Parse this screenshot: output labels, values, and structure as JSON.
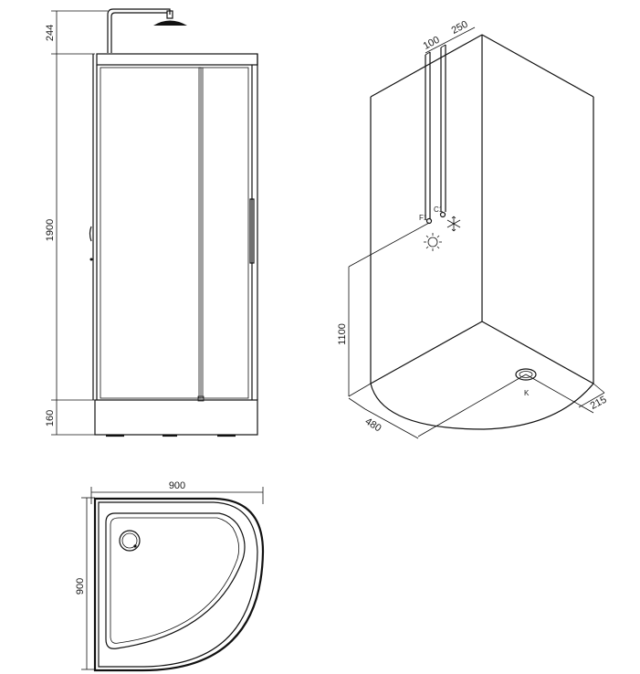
{
  "front_view": {
    "dim_top": "244",
    "dim_height": "1900",
    "dim_base": "160"
  },
  "iso_view": {
    "dim_pipe_offset": "100",
    "dim_pipe_spacing": "250",
    "dim_valve_height": "1100",
    "dim_depth": "480",
    "dim_side": "215",
    "label_hot": "F1",
    "label_cold": "C1",
    "label_drain": "K",
    "hot_symbol_icon": "sun-icon",
    "cold_symbol_icon": "snowflake-icon"
  },
  "plan_view": {
    "dim_width": "900",
    "dim_depth": "900"
  }
}
